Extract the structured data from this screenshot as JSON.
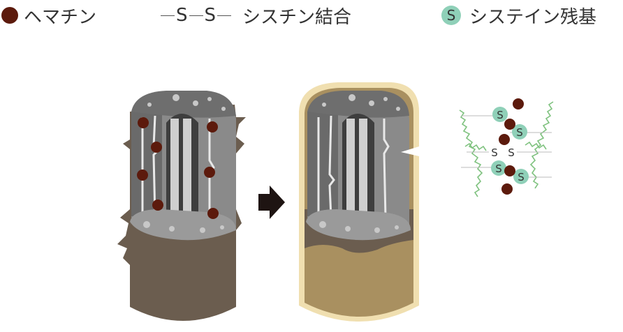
{
  "legend": {
    "heme": {
      "label": "ヘマチン"
    },
    "bond": {
      "s1": "S",
      "s2": "S",
      "label": "シスチン結合"
    },
    "cys": {
      "icon": "S",
      "label": "システイン残基"
    }
  },
  "molecule": {
    "letters": [
      "S",
      "S",
      "S",
      "S",
      "S",
      "S"
    ]
  },
  "colors": {
    "heme": "#5c1a0c",
    "cysteine": "#8fd0b8",
    "cortex_gray": "#8a8a8a",
    "cortex_dark": "#5e5e5e",
    "cuticle_brown": "#6b5d4f",
    "coated_fill": "#a99060",
    "coating": "#f0dfb0",
    "arrow": "#1e1412",
    "fiber_green": "#7fc27f"
  }
}
